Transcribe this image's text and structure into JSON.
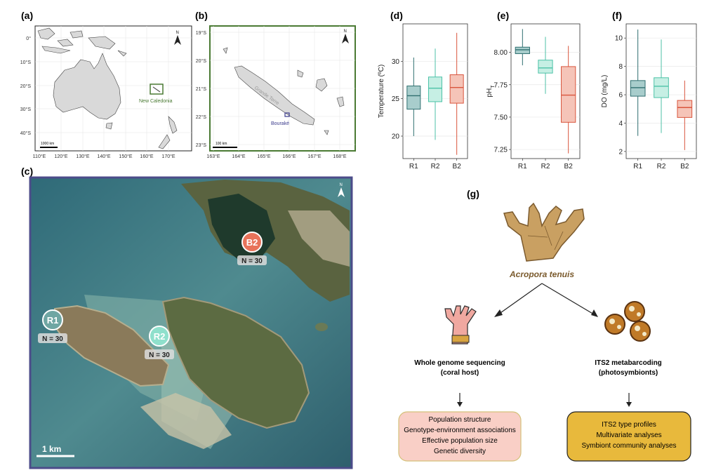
{
  "panels": {
    "a": "(a)",
    "b": "(b)",
    "c": "(c)",
    "d": "(d)",
    "e": "(e)",
    "f": "(f)",
    "g": "(g)"
  },
  "map_a": {
    "lat_ticks": [
      "0°",
      "10°S",
      "20°S",
      "30°S",
      "40°S"
    ],
    "lon_ticks": [
      "110°E",
      "120°E",
      "130°E",
      "140°E",
      "150°E",
      "160°E",
      "170°E"
    ],
    "scale_label": "1000 km",
    "place_label": "New Caledonia",
    "north": "N"
  },
  "map_b": {
    "lat_ticks": [
      "19°S",
      "20°S",
      "21°S",
      "22°S",
      "23°S"
    ],
    "lon_ticks": [
      "163°E",
      "164°E",
      "165°E",
      "166°E",
      "167°E",
      "168°E"
    ],
    "scale_label": "100 km",
    "island_label": "Grande Terre",
    "site_label": "Bouraké",
    "north": "N"
  },
  "map_c": {
    "scale_label": "1 km",
    "north": "N",
    "sites": [
      {
        "code": "B2",
        "n": "N = 30",
        "color": "#e8735a"
      },
      {
        "code": "R1",
        "n": "N = 30",
        "color": "#6fa6a3"
      },
      {
        "code": "R2",
        "n": "N = 30",
        "color": "#8fe0cc"
      }
    ]
  },
  "chart_data": [
    {
      "type": "box",
      "panel": "d",
      "ylabel": "Temperature (ºC)",
      "categories": [
        "R1",
        "R2",
        "B2"
      ],
      "yticks": [
        20,
        25,
        30
      ],
      "ylim": [
        17,
        35
      ],
      "colors": [
        "#2f6f70",
        "#4cc2a7",
        "#d9553d"
      ],
      "fills": [
        "#a8cdcc",
        "#c6efe4",
        "#f5c4b8"
      ],
      "boxes": [
        {
          "min": 20.0,
          "q1": 23.6,
          "median": 25.4,
          "q3": 26.7,
          "max": 30.5
        },
        {
          "min": 19.5,
          "q1": 24.6,
          "median": 26.4,
          "q3": 27.9,
          "max": 31.7
        },
        {
          "min": 17.5,
          "q1": 24.4,
          "median": 26.5,
          "q3": 28.2,
          "max": 33.8
        }
      ]
    },
    {
      "type": "box",
      "panel": "e",
      "ylabel": "pH",
      "ylabel_sub": "T",
      "categories": [
        "R1",
        "R2",
        "B2"
      ],
      "yticks": [
        "7.25",
        "7.50",
        "7.75",
        "8.00"
      ],
      "ytick_values": [
        7.25,
        7.5,
        7.75,
        8.0
      ],
      "ylim": [
        7.18,
        8.22
      ],
      "colors": [
        "#2f6f70",
        "#4cc2a7",
        "#d9553d"
      ],
      "fills": [
        "#a8cdcc",
        "#c6efe4",
        "#f5c4b8"
      ],
      "boxes": [
        {
          "min": 7.9,
          "q1": 7.99,
          "median": 8.02,
          "q3": 8.04,
          "max": 8.18
        },
        {
          "min": 7.68,
          "q1": 7.84,
          "median": 7.88,
          "q3": 7.94,
          "max": 8.12
        },
        {
          "min": 7.22,
          "q1": 7.46,
          "median": 7.67,
          "q3": 7.89,
          "max": 8.05
        }
      ]
    },
    {
      "type": "box",
      "panel": "f",
      "ylabel": "DO (mg/L)",
      "categories": [
        "R1",
        "R2",
        "B2"
      ],
      "yticks": [
        2,
        4,
        6,
        8,
        10
      ],
      "ylim": [
        1.5,
        11
      ],
      "colors": [
        "#2f6f70",
        "#4cc2a7",
        "#d9553d"
      ],
      "fills": [
        "#a8cdcc",
        "#c6efe4",
        "#f5c4b8"
      ],
      "boxes": [
        {
          "min": 3.1,
          "q1": 5.9,
          "median": 6.5,
          "q3": 7.0,
          "max": 10.6
        },
        {
          "min": 3.3,
          "q1": 5.8,
          "median": 6.6,
          "q3": 7.2,
          "max": 9.9
        },
        {
          "min": 2.1,
          "q1": 4.4,
          "median": 5.1,
          "q3": 5.6,
          "max": 7.0
        }
      ]
    }
  ],
  "workflow": {
    "species": "Acropora tenuis",
    "left_title": [
      "Whole genome sequencing",
      "(coral host)"
    ],
    "right_title": [
      "ITS2 metabarcoding",
      "(photosymbionts)"
    ],
    "left_box": [
      "Population structure",
      "Genotype-environment associations",
      "Effective population size",
      "Genetic diversity"
    ],
    "right_box": [
      "ITS2 type profiles",
      "Multivariate analyses",
      "Symbiont community analyses"
    ],
    "left_box_color": "#f9cfc6",
    "right_box_color": "#e8b93c"
  }
}
